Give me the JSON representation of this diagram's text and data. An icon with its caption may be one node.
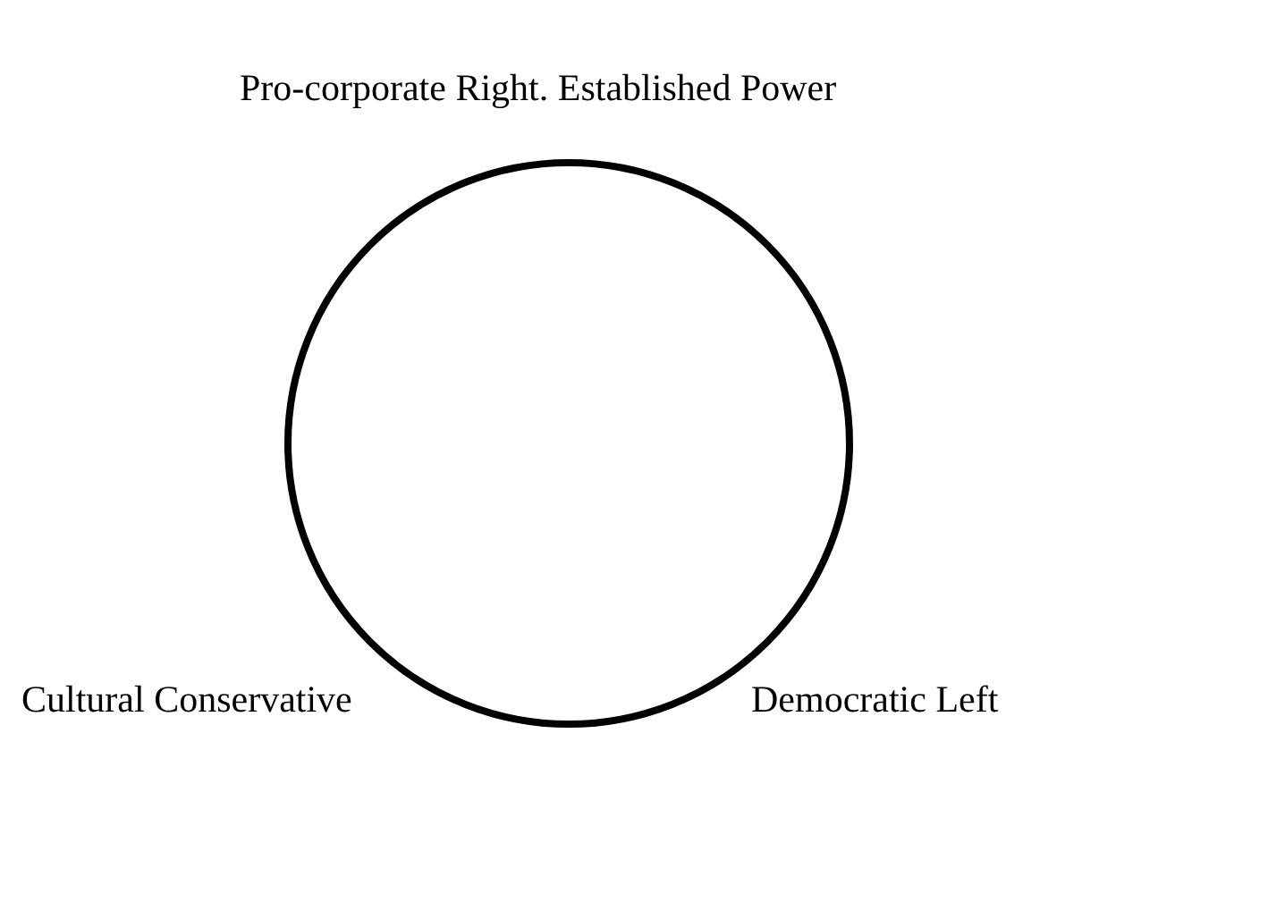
{
  "diagram": {
    "nodes": [
      {
        "text": [],
        "shape": "circle"
      }
    ],
    "labels": [
      "Pro-corporate Right. Established Power",
      "Cultural Conservative",
      "Democratic Left"
    ]
  }
}
